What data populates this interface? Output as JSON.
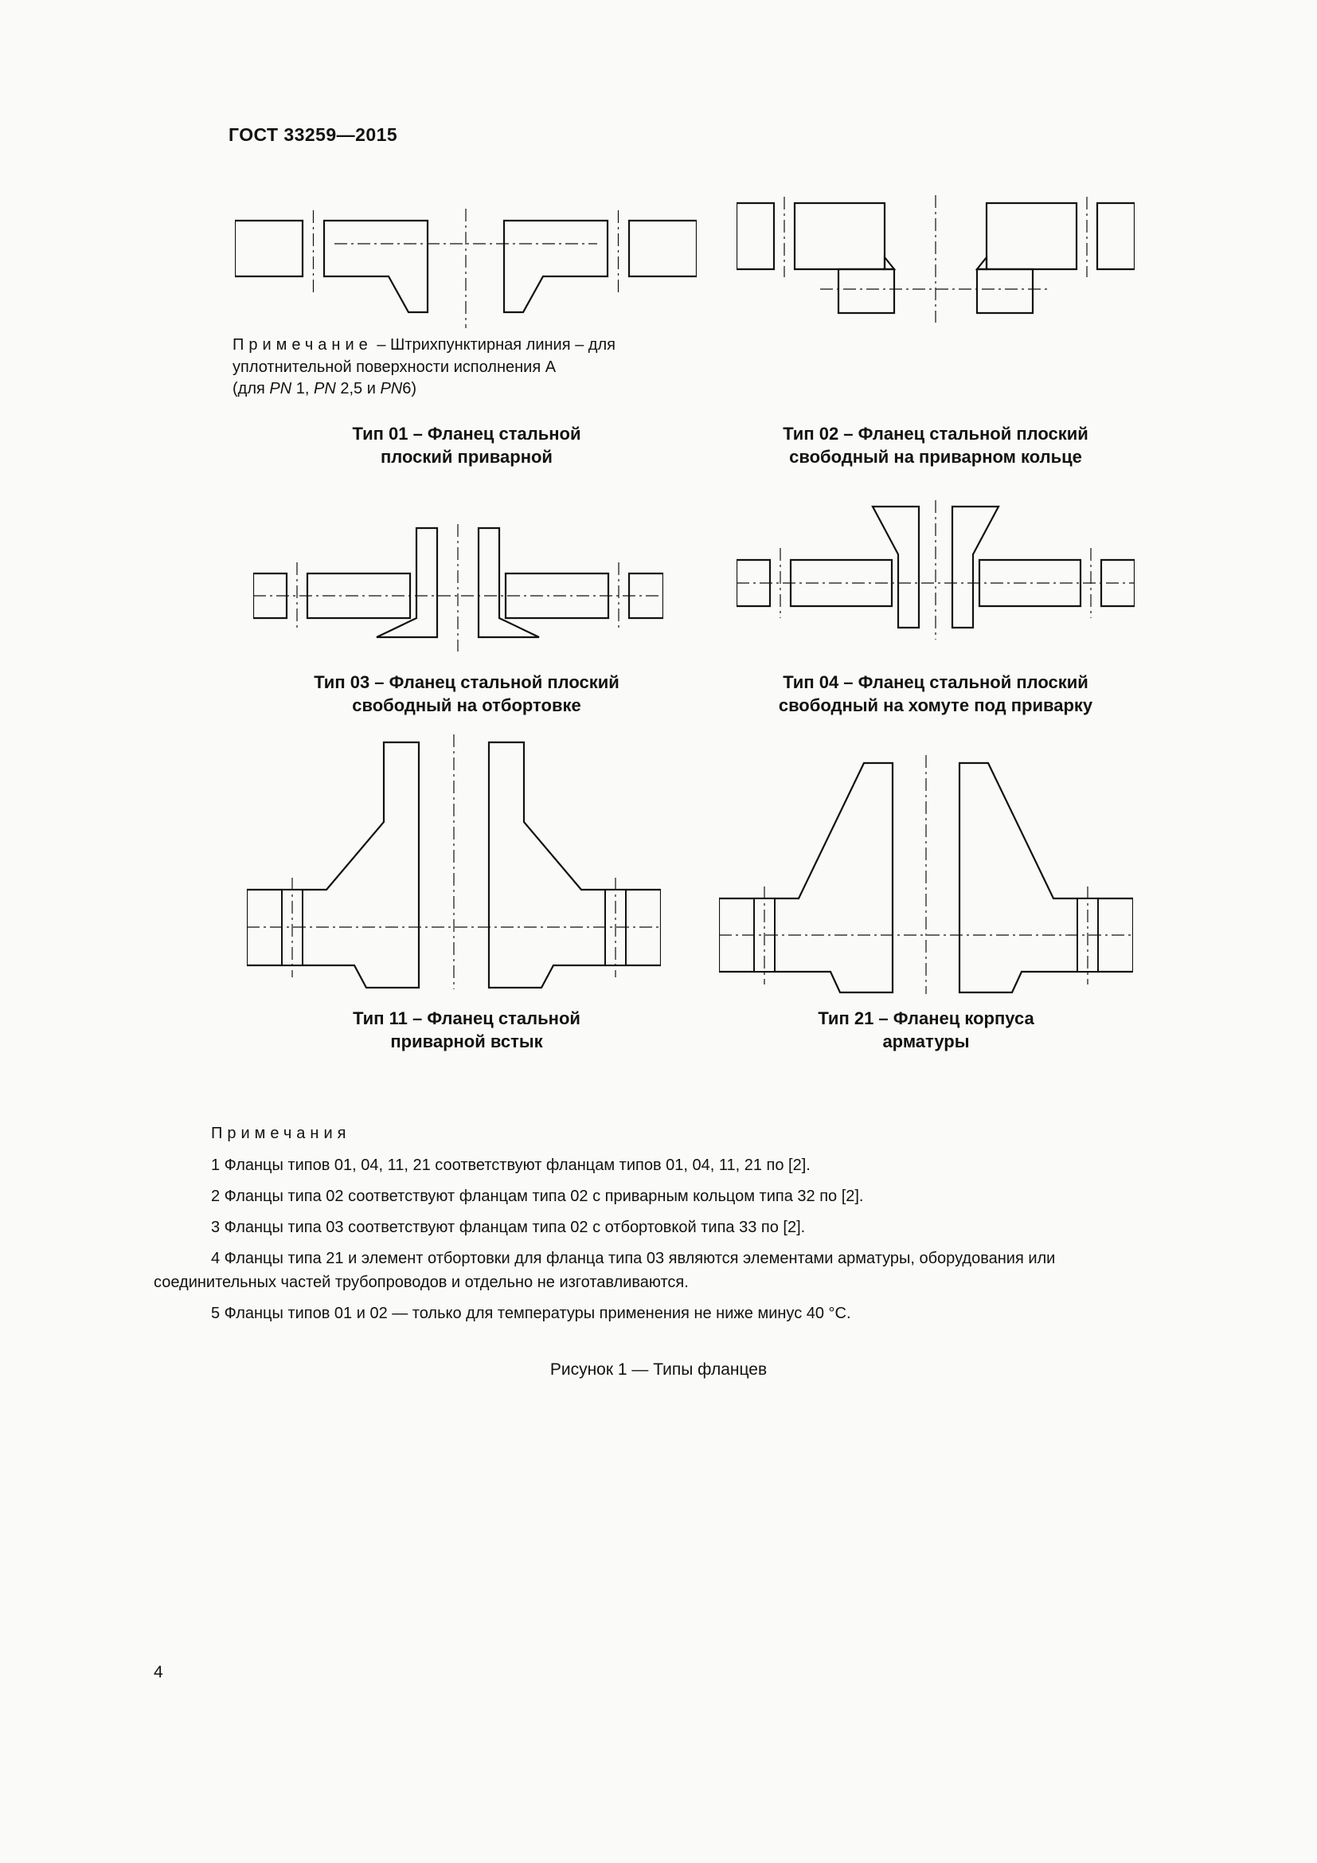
{
  "page": {
    "doc_number": "ГОСТ 33259—2015",
    "page_number": "4",
    "figure_label": "Рисунок 1 — Типы фланцев"
  },
  "fig_note": {
    "label": "Примечание",
    "line1_rest": " – Штрихпунктирная линия – для",
    "line2": "уплотнительной поверхности исполнения А",
    "line3_parts": {
      "p1": "(для ",
      "pn1": "PN",
      "p2": " 1, ",
      "pn2": "PN",
      "p3": " 2,5 и ",
      "pn3": "PN",
      "p4": "6)"
    }
  },
  "captions": {
    "type01": {
      "line1": "Тип 01 – Фланец стальной",
      "line2": "плоский приварной"
    },
    "type02": {
      "line1": "Тип 02 – Фланец стальной плоский",
      "line2": "свободный на приварном кольце"
    },
    "type03": {
      "line1": "Тип 03 – Фланец стальной плоский",
      "line2": "свободный на отбортовке"
    },
    "type04": {
      "line1": "Тип 04 – Фланец стальной плоский",
      "line2": "свободный на хомуте под приварку"
    },
    "type11": {
      "line1": "Тип 11 – Фланец стальной",
      "line2": "приварной встык"
    },
    "type21": {
      "line1": "Тип 21 – Фланец корпуса",
      "line2": "арматуры"
    }
  },
  "notes": {
    "title": "Примечания",
    "items": [
      "1 Фланцы типов 01, 04, 11, 21 соответствуют фланцам типов 01, 04, 11, 21 по [2].",
      "2 Фланцы типа 02 соответствуют фланцам типа 02 с приварным кольцом типа 32 по [2].",
      "3 Фланцы типа 03 соответствуют фланцам типа 02 с отбортовкой типа 33 по [2].",
      "4 Фланцы типа 21 и элемент отбортовки для фланца типа 03 являются элементами арматуры, оборудования или соединительных частей трубопроводов и отдельно не изготавливаются.",
      "5 Фланцы типов 01 и 02 — только для температуры применения не ниже минус 40 °С."
    ]
  },
  "figures": {
    "type01": "flange-type-01-cross-section",
    "type02": "flange-type-02-cross-section",
    "type03": "flange-type-03-cross-section",
    "type04": "flange-type-04-cross-section",
    "type11": "flange-type-11-cross-section",
    "type21": "flange-type-21-cross-section"
  },
  "colors": {
    "ink": "#121212",
    "paper": "#fafaf8"
  }
}
